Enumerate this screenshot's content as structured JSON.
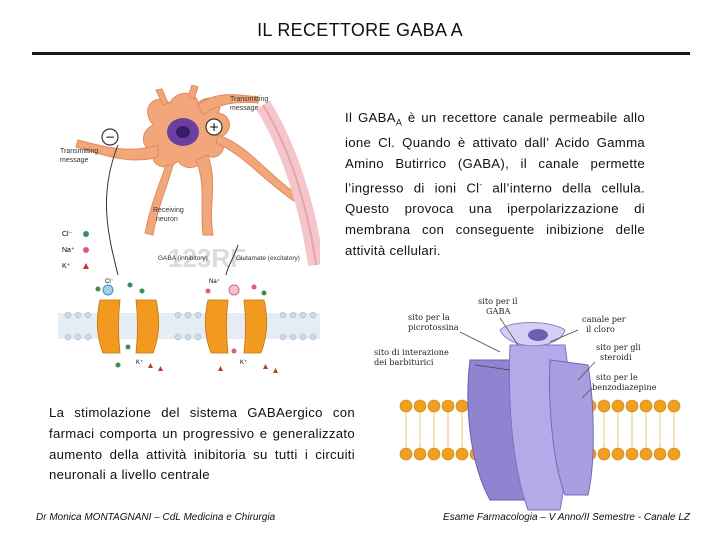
{
  "slide": {
    "title": "IL RECETTORE GABA A",
    "para_right": {
      "w1": "Il GABA",
      "sub": "A",
      "w2": " è un recettore canale permeabile allo ione Cl. Quando è attivato dall’ Acido Gamma Amino Butirrico (GABA), il canale permette l’ingresso di ioni Cl",
      "sup": "-",
      "w3": " all’interno della cellula. Questo provoca una iperpolarizzazione di membrana con conseguente inibizione delle attività cellulari."
    },
    "para_left": "La stimolazione del sistema GABAergico con farmaci comporta un progressivo e generalizzato aumento della attività inibitoria su tutti i circuiti neuronali a livello centrale",
    "footer_left": "Dr Monica MONTAGNANI – CdL Medicina e Chirurgia",
    "footer_right": "Esame Farmacologia – V Anno/II Semestre - Canale LZ"
  },
  "figure_left": {
    "transmitting_1": "Transmitting",
    "message_1": "message",
    "transmitting_2": "Transmitting",
    "message_2": "message",
    "receiving": "Receiving",
    "neuron": "neuron",
    "gaba_label": "GABA (inhibitory)",
    "glutamate_label": "Glutamate (excitatory)",
    "minus_sign": "−",
    "plus_sign": "+",
    "legend_cl": "Cl⁻",
    "legend_na": "Na⁺",
    "legend_k": "K⁺",
    "cl_top": "Cl⁻",
    "na_top": "Na⁺",
    "k_bottom_left": "K⁺",
    "k_bottom_right": "K⁺",
    "watermark": "123RF",
    "colors": {
      "neuron": "#f2a77a",
      "nucleus": "#6a3fa0",
      "channel": "#f29a1f",
      "membrane": "#cfd9e6"
    }
  },
  "figure_right": {
    "site_gaba_1": "sito per il",
    "site_gaba_2": "GABA",
    "site_picro_1": "sito per la",
    "site_picro_2": "picrotossina",
    "chan_cl_1": "canale per",
    "chan_cl_2": "il cloro",
    "site_barb_1": "sito di interazione",
    "site_barb_2": "dei barbiturici",
    "site_ster_1": "sito per gli",
    "site_ster_2": "steroidi",
    "site_benzo_1": "sito per le",
    "site_benzo_2": "benzodiazepine",
    "colors": {
      "receptor": "#9a8fd6",
      "receptor_light": "#c9c2ee",
      "lipid_head": "#f0a020"
    }
  }
}
